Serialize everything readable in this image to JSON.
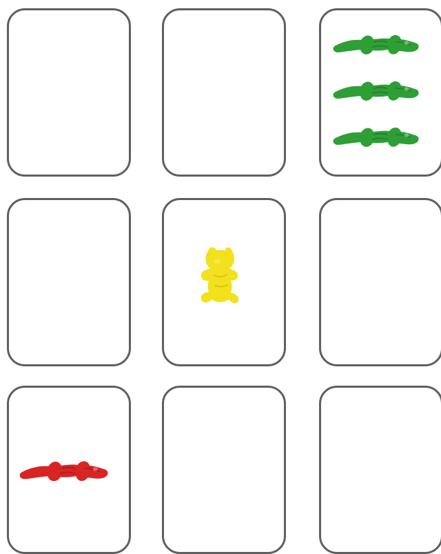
{
  "game": {
    "type": "card-grid",
    "rows": 3,
    "columns": 3,
    "cards": [
      {
        "row": 1,
        "col": 1,
        "candy_type": null,
        "count": 0
      },
      {
        "row": 1,
        "col": 2,
        "candy_type": null,
        "count": 0
      },
      {
        "row": 1,
        "col": 3,
        "candy_type": "gummy-alligator",
        "color": "#2e9f35",
        "count": 3
      },
      {
        "row": 2,
        "col": 1,
        "candy_type": null,
        "count": 0
      },
      {
        "row": 2,
        "col": 2,
        "candy_type": "gummy-bear",
        "color": "#f2e11c",
        "count": 1
      },
      {
        "row": 2,
        "col": 3,
        "candy_type": null,
        "count": 0
      },
      {
        "row": 3,
        "col": 1,
        "candy_type": "gummy-alligator",
        "color": "#d92424",
        "count": 1
      },
      {
        "row": 3,
        "col": 2,
        "candy_type": null,
        "count": 0
      },
      {
        "row": 3,
        "col": 3,
        "candy_type": null,
        "count": 0
      }
    ]
  },
  "colors": {
    "card_border": "#5f5f5f",
    "card_background": "#ffffff",
    "green_candy": "#2e9f35",
    "yellow_candy": "#f2e11c",
    "red_candy": "#d92424"
  }
}
